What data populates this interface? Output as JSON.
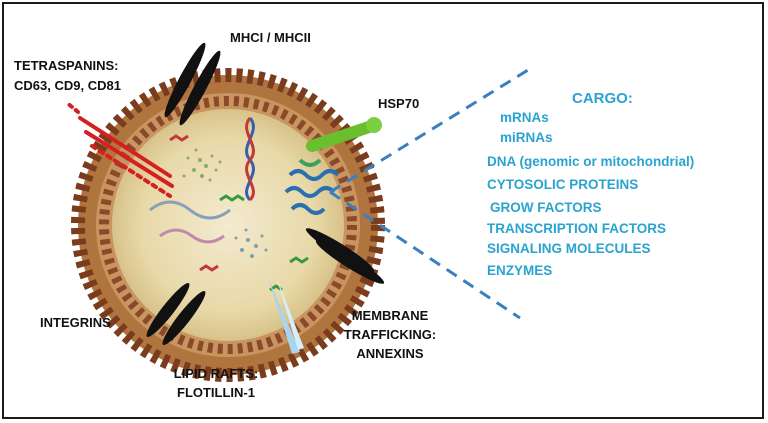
{
  "labels": {
    "mhc": "MHCI / MHCII",
    "tetraspanins_line1": "TETRASPANINS:",
    "tetraspanins_line2": "CD63, CD9, CD81",
    "hsp70": "HSP70",
    "integrins": "INTEGRINS",
    "lipid_rafts_line1": "LIPID RAFTS:",
    "lipid_rafts_line2": "FLOTILLIN-1",
    "membrane_line1": "MEMBRANE",
    "membrane_line2": "TRAFFICKING:",
    "membrane_line3": "ANNEXINS"
  },
  "cargo": {
    "title": "CARGO:",
    "items": [
      "mRNAs",
      "miRNAs",
      "DNA (genomic or mitochondrial)",
      "CYTOSOLIC PROTEINS",
      "GROW FACTORS",
      "TRANSCRIPTION FACTORS",
      "SIGNALING MOLECULES",
      "ENZYMES"
    ]
  },
  "colors": {
    "cargo_text": "#2aa3d0",
    "membrane": "#8a4a2a",
    "lumen": "#e9dcb0",
    "tetraspanin": "#d42020",
    "hsp70": "#6abf2e",
    "receptor": "#111111",
    "dashed_zoom": "#3a7fc0"
  }
}
